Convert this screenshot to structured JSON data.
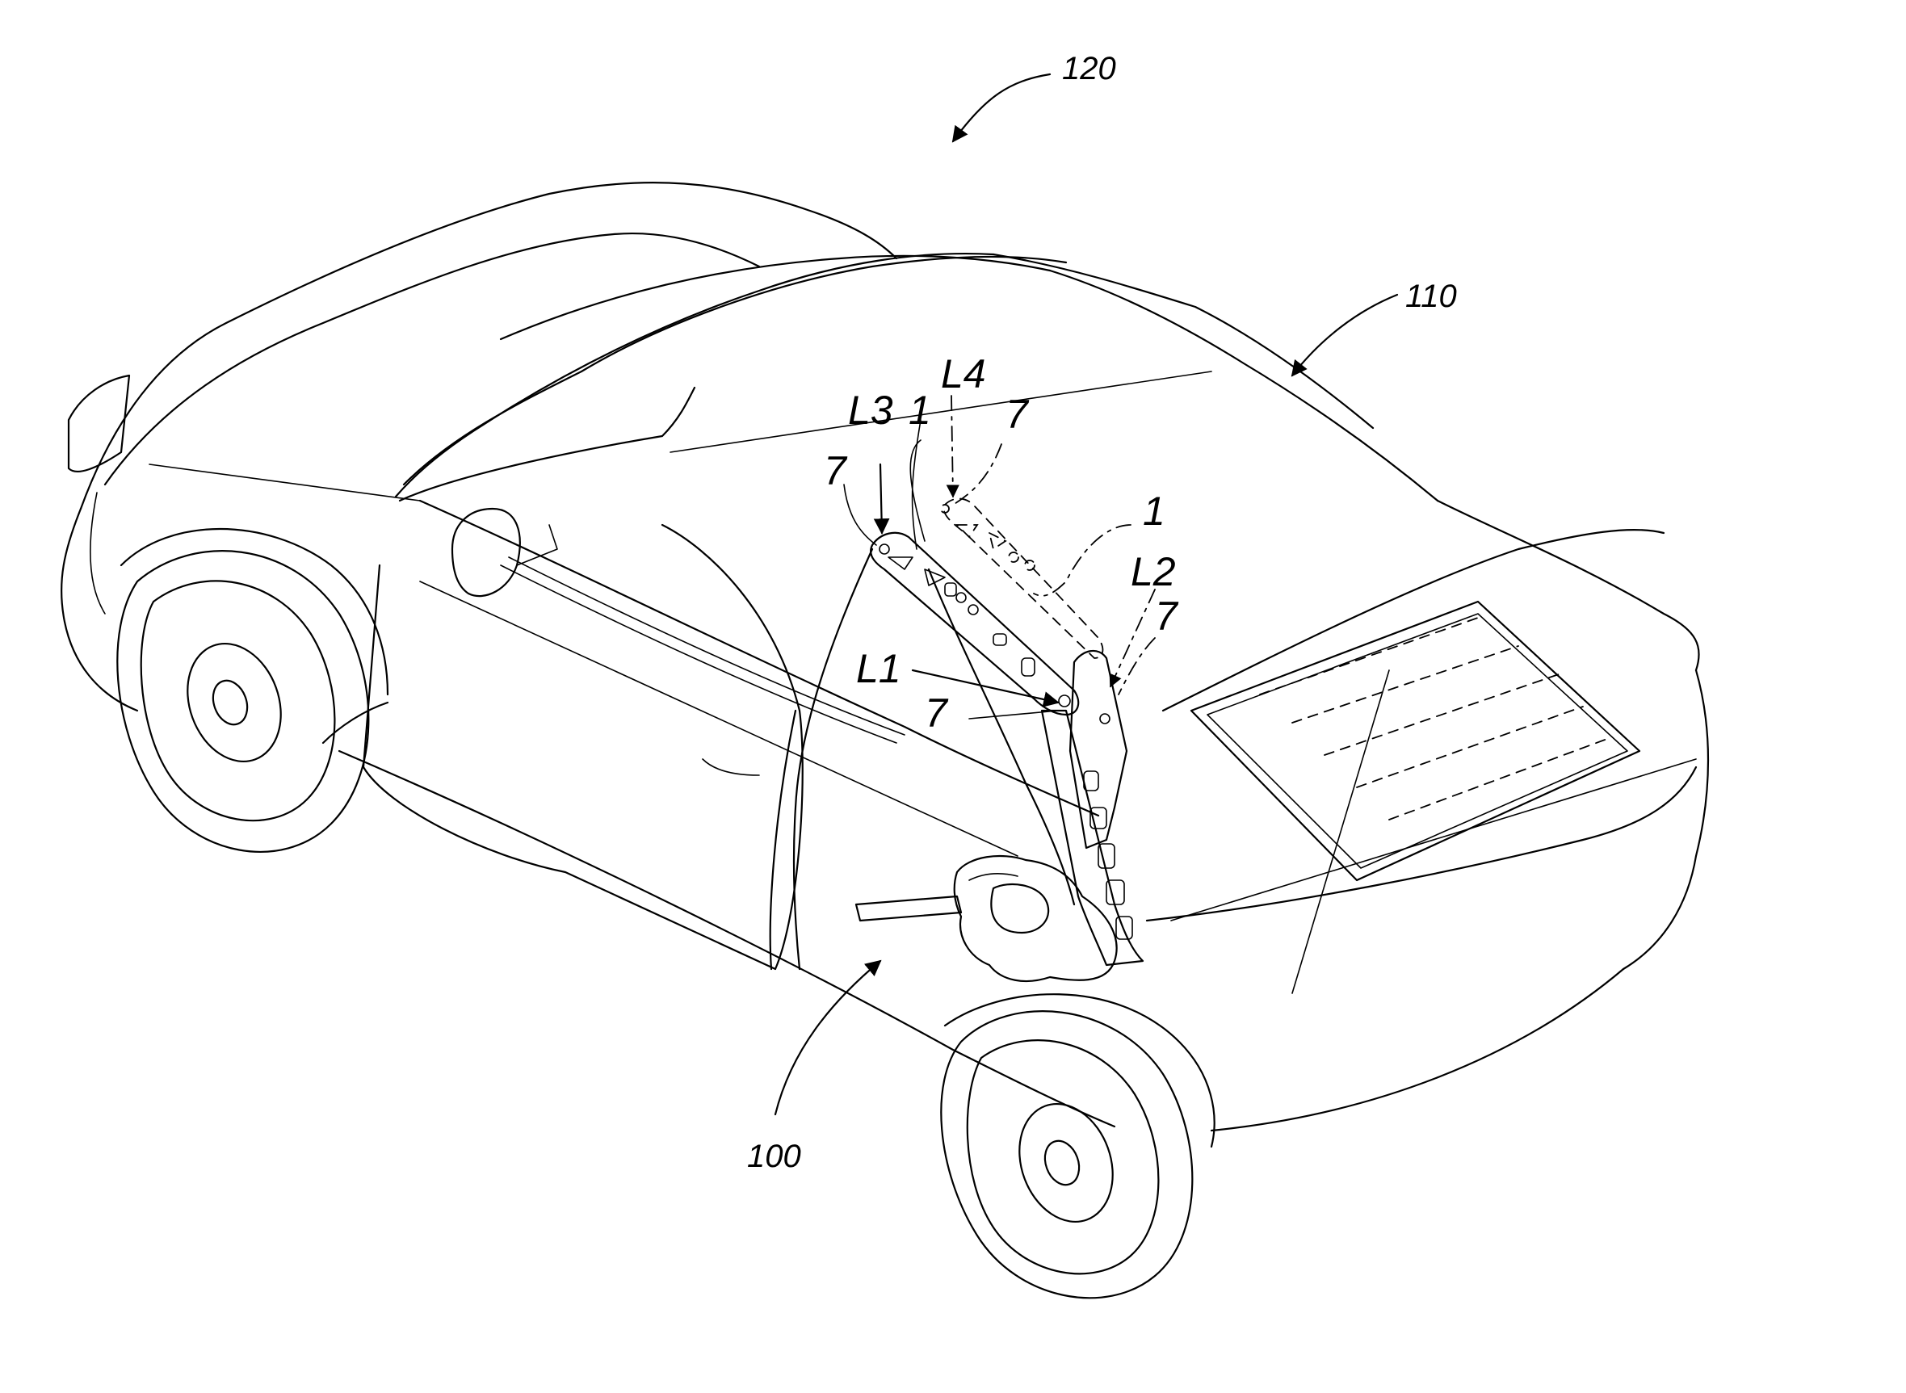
{
  "figure": {
    "labels": {
      "ref_120": "120",
      "ref_110": "110",
      "ref_100": "100",
      "l1": "L1",
      "l2": "L2",
      "l3": "L3",
      "l4": "L4",
      "one_a": "1",
      "one_b": "1",
      "seven_a": "7",
      "seven_b": "7",
      "seven_c": "7",
      "seven_d": "7"
    }
  }
}
